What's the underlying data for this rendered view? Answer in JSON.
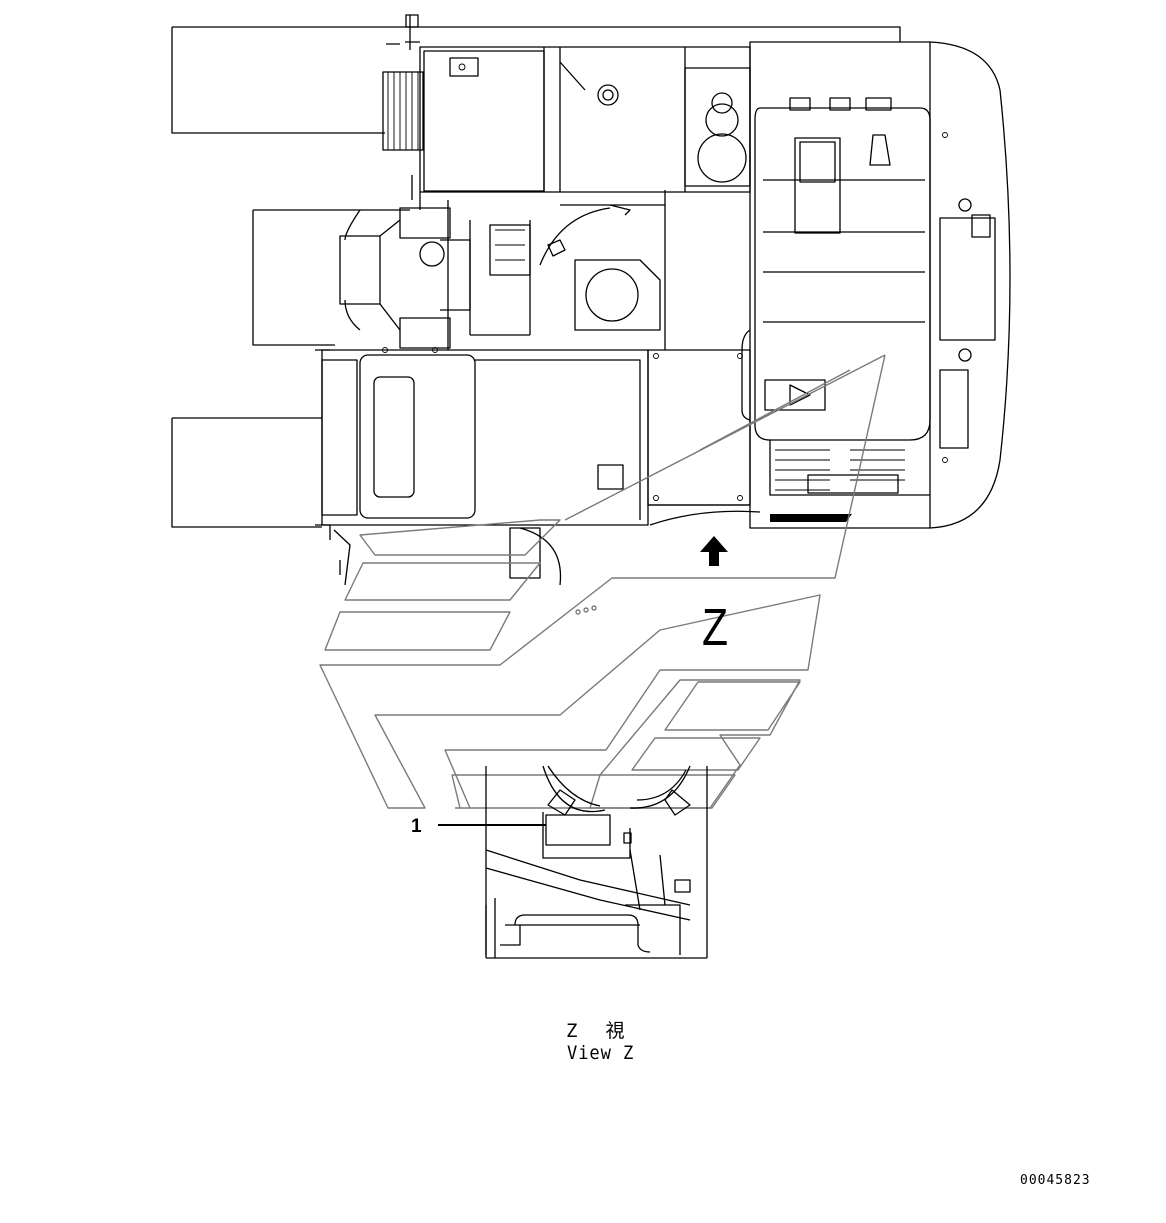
{
  "labels": {
    "part_number": "1",
    "view_letter": "Z",
    "view_caption_jp_letter": "Z",
    "view_caption_jp_kanji": "視",
    "view_caption_en": "View Z",
    "drawing_number": "00045823"
  },
  "colors": {
    "line": "#000000",
    "view_outline": "#7a7a7a",
    "background": "#ffffff"
  }
}
